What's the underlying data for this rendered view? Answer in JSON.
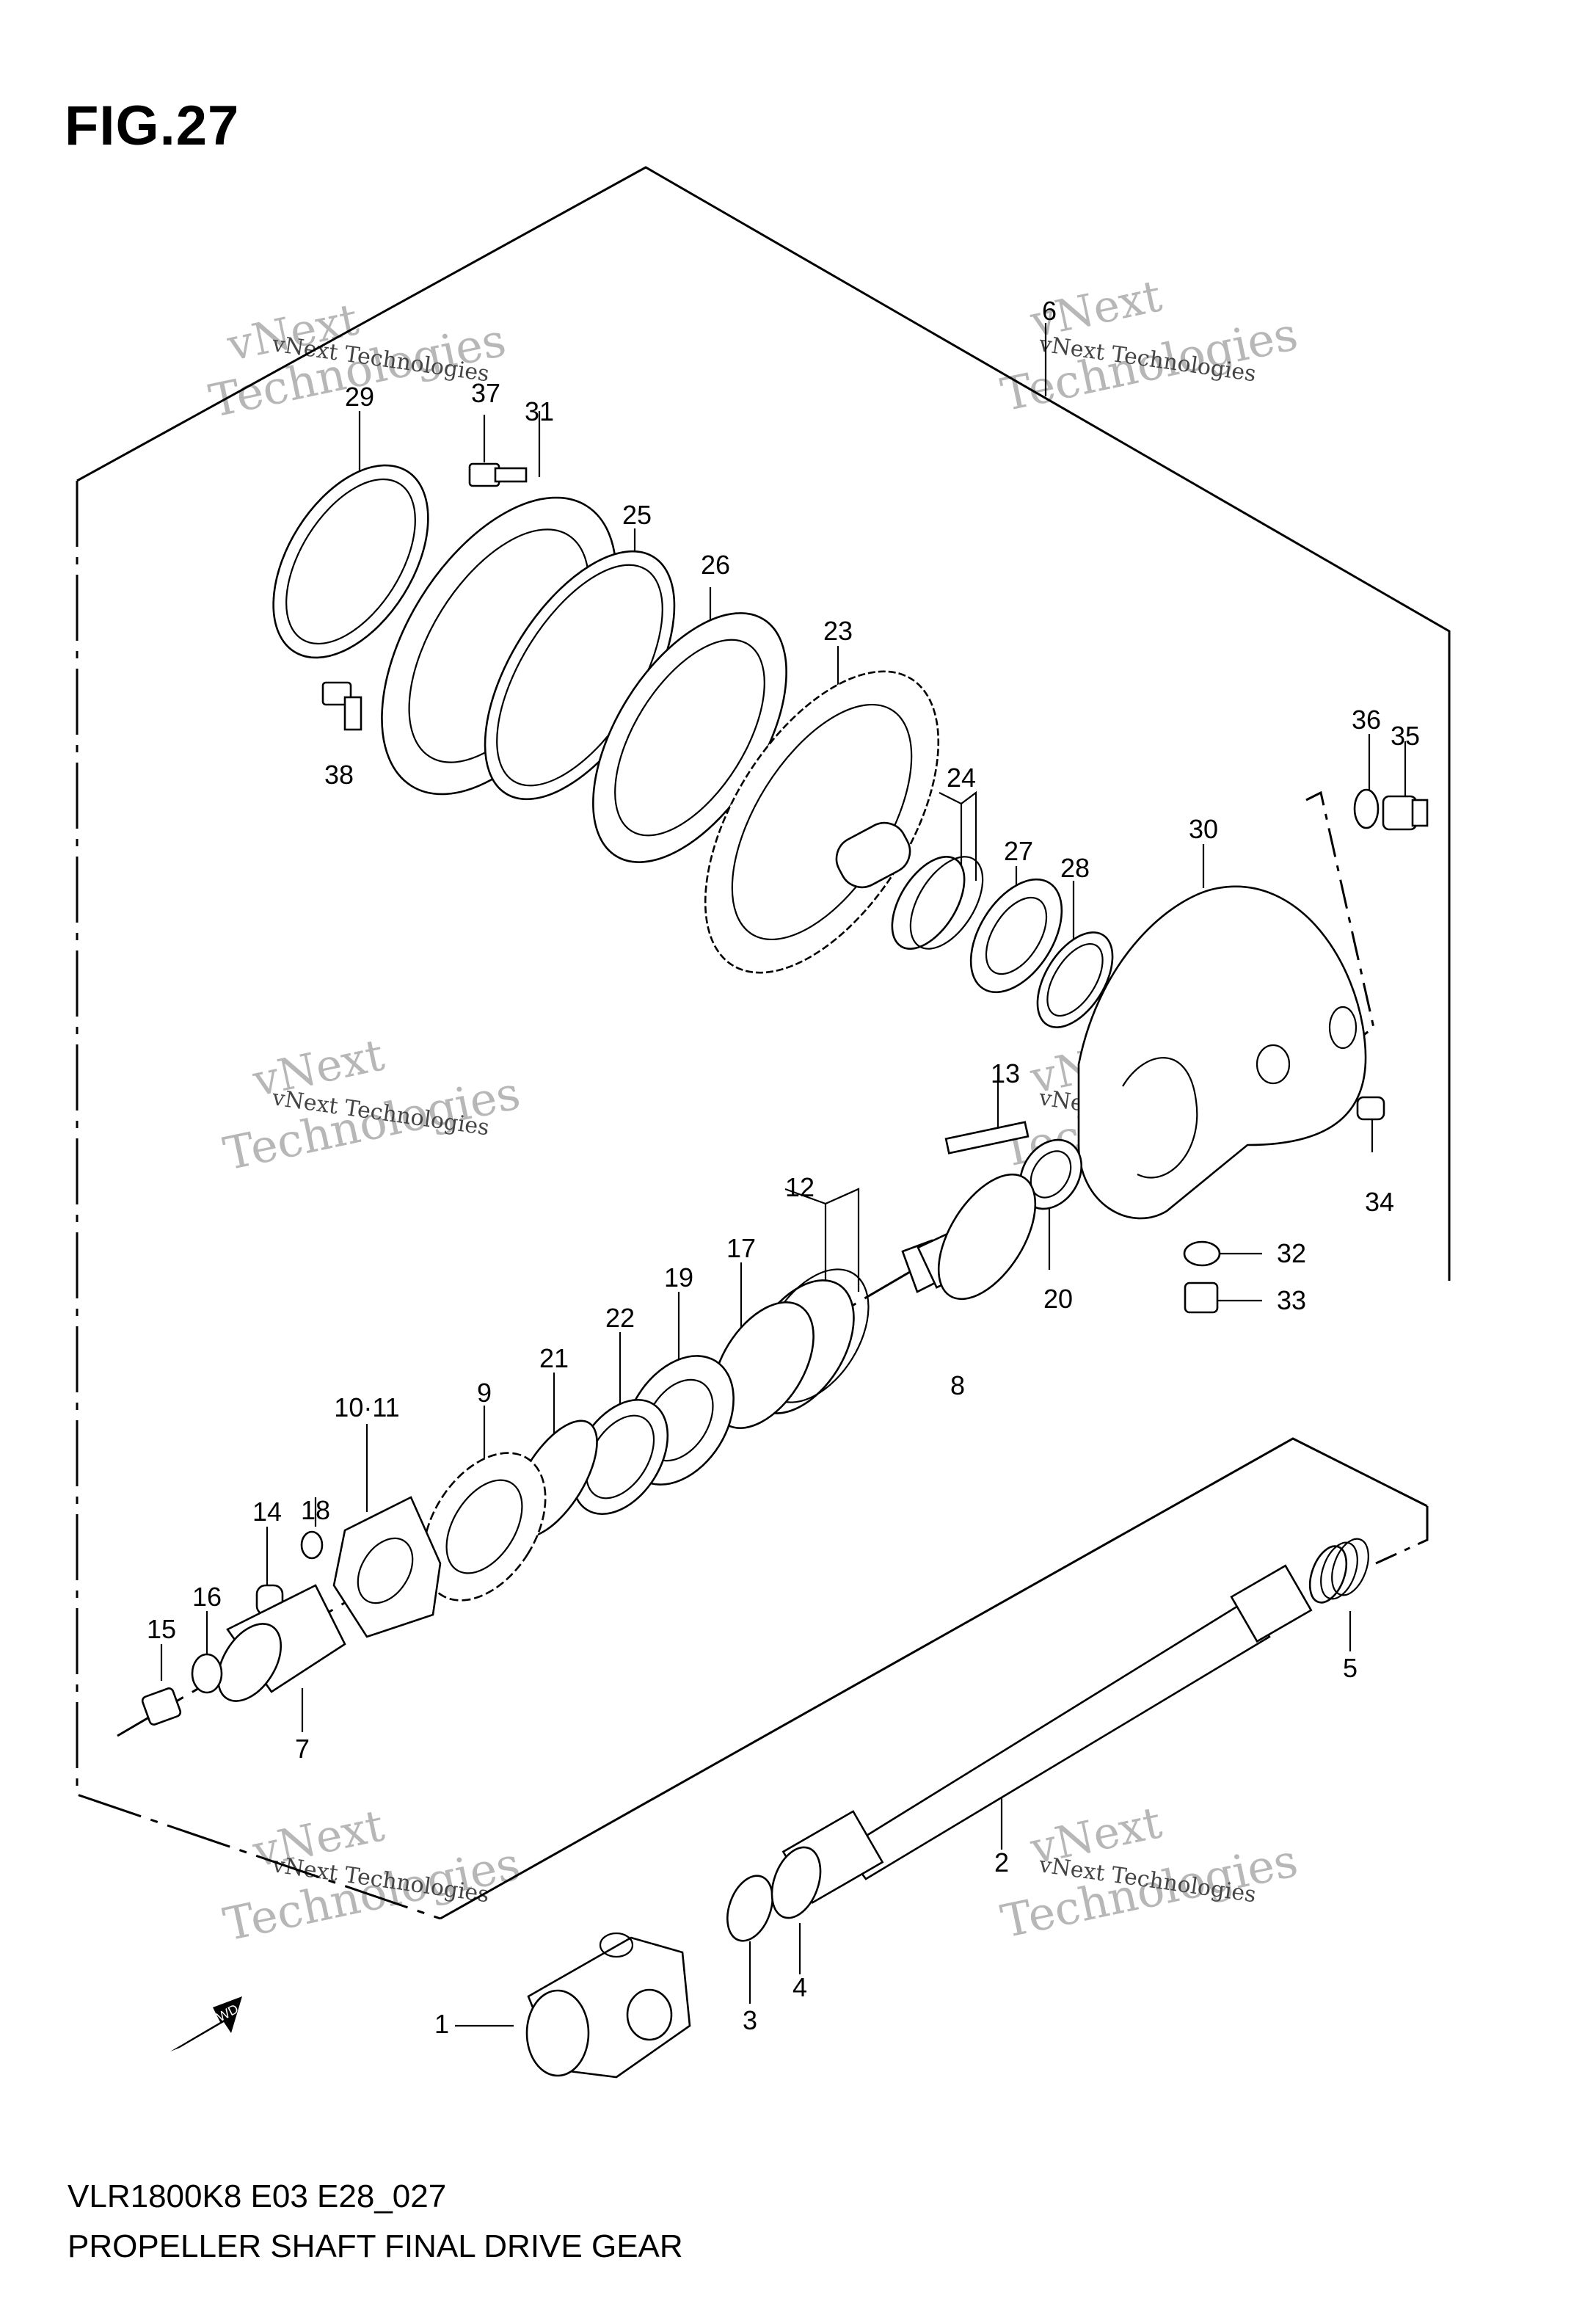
{
  "figure": {
    "title": "FIG.27",
    "model_code": "VLR1800K8 E03 E28_027",
    "description": "PROPELLER SHAFT FINAL DRIVE GEAR",
    "fwd_label": "FWD"
  },
  "watermark": {
    "line1": "vNext",
    "line2": "Technologies",
    "small": "vNext Technologies"
  },
  "callouts": [
    "1",
    "2",
    "3",
    "4",
    "5",
    "6",
    "7",
    "8",
    "9",
    "10·11",
    "12",
    "13",
    "14",
    "15",
    "16",
    "17",
    "18",
    "19",
    "20",
    "21",
    "22",
    "23",
    "24",
    "25",
    "26",
    "27",
    "28",
    "29",
    "30",
    "31",
    "32",
    "33",
    "34",
    "35",
    "36",
    "37",
    "38"
  ]
}
